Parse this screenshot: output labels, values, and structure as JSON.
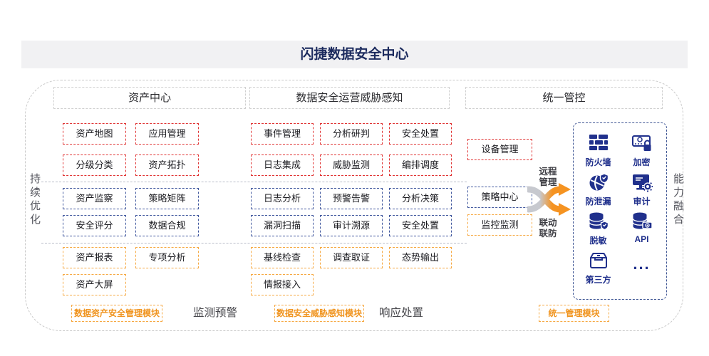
{
  "title": "闪捷数据安全中心",
  "sides": {
    "left": "持续优化",
    "right": "能力融合"
  },
  "headers": {
    "assets": "资产中心",
    "ops": "数据安全运营威胁感知",
    "unified": "统一管控"
  },
  "assets": {
    "red": [
      "资产地图",
      "应用管理",
      "分级分类",
      "资产拓扑"
    ],
    "blue": [
      "资产监察",
      "策略矩阵",
      "安全评分",
      "数据合规"
    ],
    "orange": [
      "资产报表",
      "专项分析",
      "资产大屏"
    ]
  },
  "ops": {
    "red": [
      "事件管理",
      "分析研判",
      "安全处置",
      "日志集成",
      "威胁监测",
      "编排调度"
    ],
    "blue": [
      "日志分析",
      "预警告警",
      "分析决策",
      "漏洞扫描",
      "审计溯源",
      "安全处置"
    ],
    "orange": [
      "基线检查",
      "调查取证",
      "态势输出",
      "情报接入"
    ]
  },
  "unified": {
    "device": "设备管理",
    "policy": "策略中心",
    "monitor": "监控监测",
    "remote": "远程管理",
    "linkage": "联动联防",
    "capabilities": [
      {
        "name": "firewall",
        "label": "防火墙"
      },
      {
        "name": "encryption",
        "label": "加密"
      },
      {
        "name": "leak-prevention",
        "label": "防泄漏"
      },
      {
        "name": "audit",
        "label": "审计"
      },
      {
        "name": "masking",
        "label": "脱敏"
      },
      {
        "name": "api",
        "label": "API"
      },
      {
        "name": "third-party",
        "label": "第三方"
      },
      {
        "name": "more",
        "label": "..."
      }
    ]
  },
  "bottom": {
    "asset_module": "数据资产安全管理模块",
    "monitor_warning": "监测预警",
    "threat_module": "数据安全威胁感知模块",
    "response": "响应处置",
    "unified_module": "统一管理模块"
  },
  "colors": {
    "red_border": "#e03434",
    "blue_border": "#41589e",
    "orange_border": "#f6a942",
    "icon_navy": "#20308c",
    "accent_orange": "#f0941f",
    "title_navy": "#1c2b5e",
    "arrow_orange": "#f59321",
    "arrow_gray": "#c7c9cf"
  }
}
